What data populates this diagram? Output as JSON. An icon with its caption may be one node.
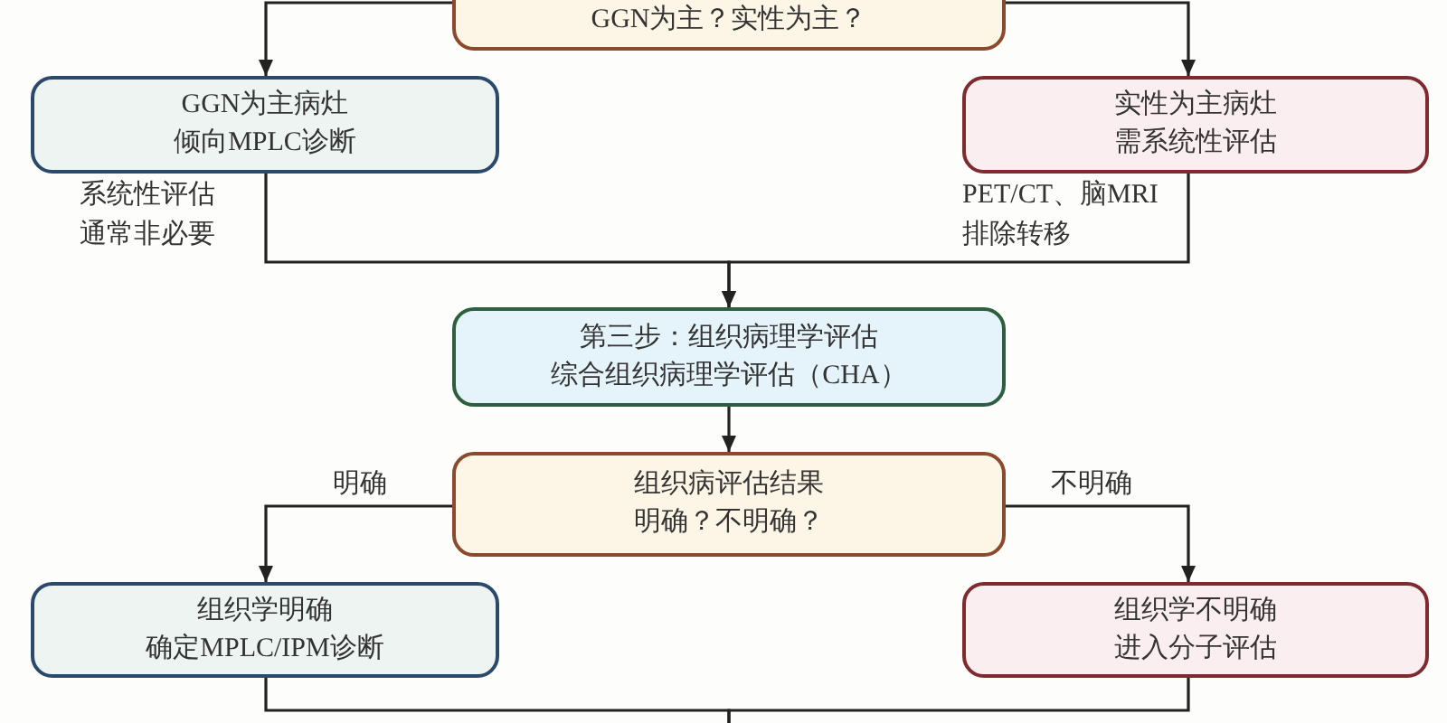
{
  "diagram": {
    "nodes": [
      {
        "text": [
          "GGN为主？实性为主？"
        ]
      },
      {
        "text": [
          "GGN为主病灶",
          "倾向MPLC诊断"
        ]
      },
      {
        "text": [
          "实性为主病灶",
          "需系统性评估"
        ]
      },
      {
        "text": [
          "第三步：组织病理学评估",
          "综合组织病理学评估（CHA）"
        ]
      },
      {
        "text": [
          "组织病评估结果",
          "明确？不明确？"
        ]
      },
      {
        "text": [
          "组织学明确",
          "确定MPLC/IPM诊断"
        ]
      },
      {
        "text": [
          "组织学不明确",
          "进入分子评估"
        ]
      }
    ],
    "edges": [
      {
        "from": 0,
        "to": 1,
        "arrow": "to"
      },
      {
        "from": 0,
        "to": 2,
        "arrow": "to"
      },
      {
        "from": 1,
        "to": 3,
        "arrow": "to",
        "label": "系统性评估通常非必要"
      },
      {
        "from": 2,
        "to": 3,
        "arrow": "to",
        "label": "PET/CT、脑MRI排除转移"
      },
      {
        "from": 3,
        "to": 4,
        "arrow": "to"
      },
      {
        "from": 4,
        "to": 5,
        "arrow": "to",
        "label": "明确"
      },
      {
        "from": 4,
        "to": 6,
        "arrow": "to",
        "label": "不明确"
      },
      {
        "from": 5,
        "to": null,
        "arrow": "none"
      },
      {
        "from": 6,
        "to": null,
        "arrow": "none"
      }
    ]
  }
}
